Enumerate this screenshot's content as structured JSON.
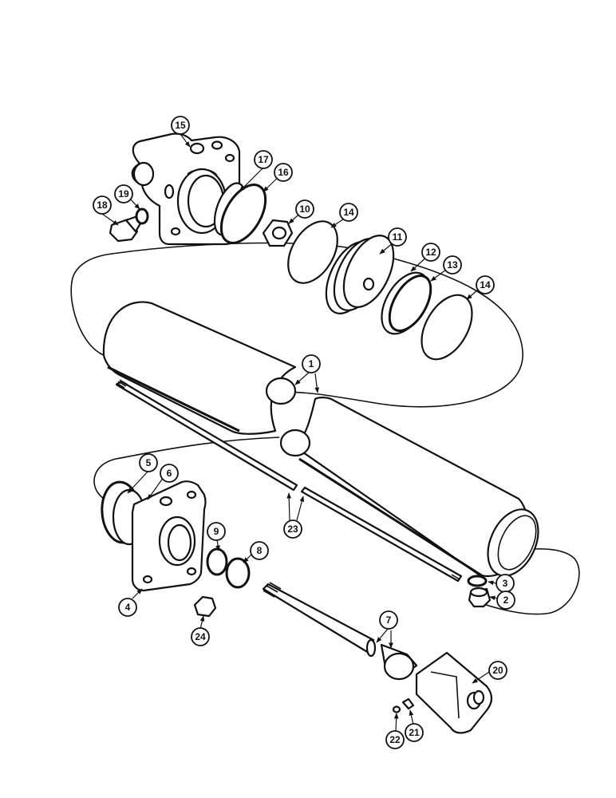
{
  "callouts": {
    "n1": "1",
    "n2": "2",
    "n3": "3",
    "n4": "4",
    "n5": "5",
    "n6": "6",
    "n7": "7",
    "n8": "8",
    "n9": "9",
    "n10": "10",
    "n11": "11",
    "n12": "12",
    "n13": "13",
    "n14a": "14",
    "n14b": "14",
    "n15": "15",
    "n16": "16",
    "n17": "17",
    "n18": "18",
    "n19": "19",
    "n20": "20",
    "n21": "21",
    "n22": "22",
    "n23": "23",
    "n24": "24"
  }
}
